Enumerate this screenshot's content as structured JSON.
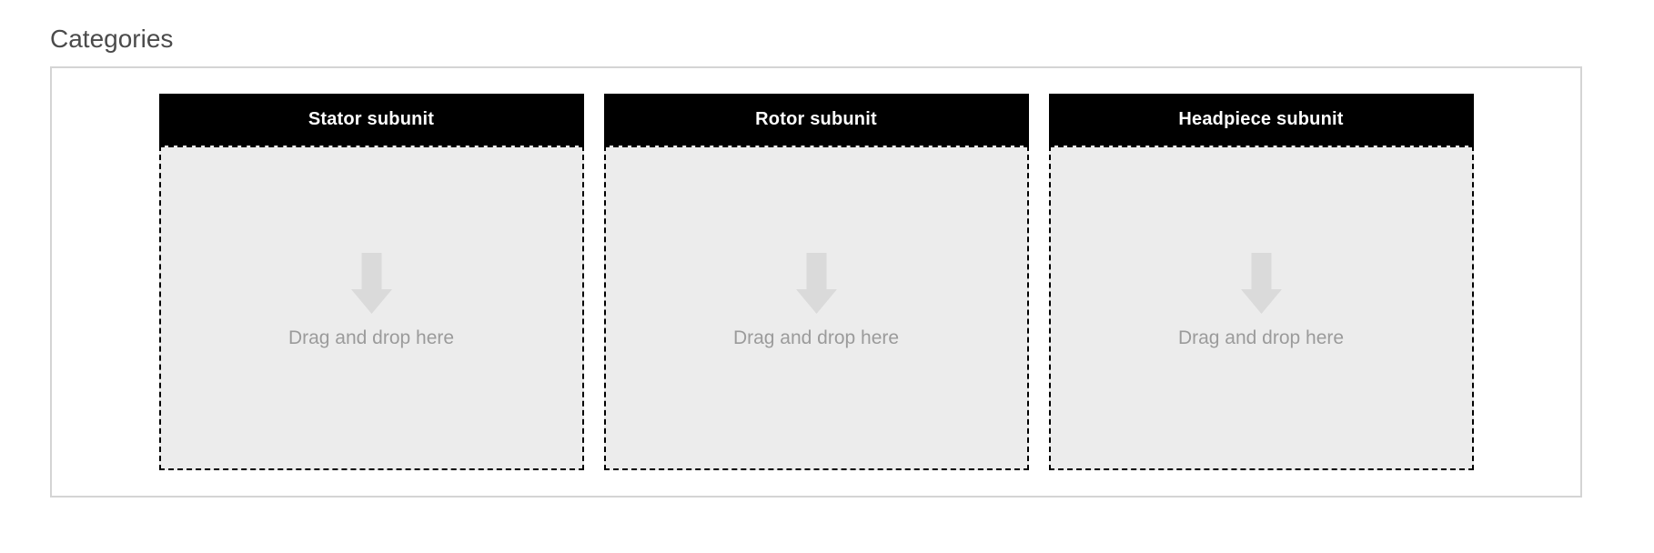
{
  "page": {
    "title": "Categories"
  },
  "categories": [
    {
      "label": "Stator subunit"
    },
    {
      "label": "Rotor subunit"
    },
    {
      "label": "Headpiece subunit"
    }
  ],
  "dropzone": {
    "hint": "Drag and drop here",
    "arrow_icon": "arrow-down-icon"
  },
  "colors": {
    "title_text": "#4b4b4b",
    "container_border": "#d4d4d4",
    "header_bg": "#000000",
    "header_text": "#ffffff",
    "dropzone_bg": "#ececec",
    "dropzone_border": "#000000",
    "arrow": "#dadada",
    "hint_text": "#9b9b9b"
  }
}
